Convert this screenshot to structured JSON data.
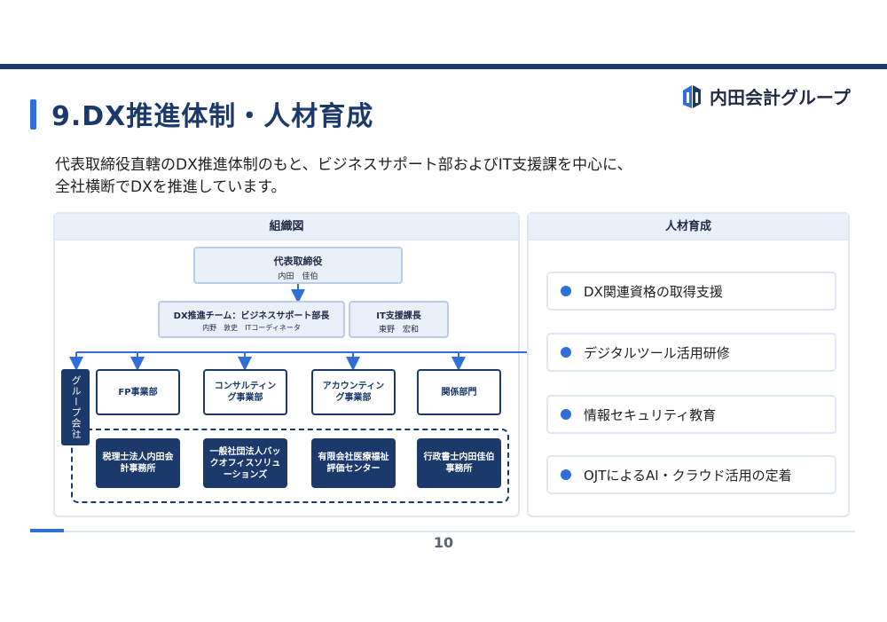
{
  "title": "9.DX推進体制・人材育成",
  "logo": {
    "name": "内田会計グループ"
  },
  "lead": {
    "line1": "代表取締役直轄のDX推進体制のもと、ビジネスサポート部およびIT支援課を中心に、",
    "line2": "全社横断でDXを推進しています。"
  },
  "org": {
    "heading": "組織図",
    "ceo": {
      "role": "代表取締役",
      "name": "内田　佳伯"
    },
    "dx_team": {
      "role": "DX推進チーム：ビジネスサポート部長",
      "name": "内野　敦史　ITコーディネータ"
    },
    "it_support": {
      "role": "IT支援課長",
      "name": "東野　宏和"
    },
    "departments": [
      {
        "label": "FP事業部"
      },
      {
        "label": "コンサルティング事業部"
      },
      {
        "label": "アカウンティング事業部"
      },
      {
        "label": "関係部門"
      }
    ],
    "group_label": "グループ会社",
    "companies": [
      {
        "label": "税理士法人内田会計事務所"
      },
      {
        "label": "一般社団法人バックオフィスソリューションズ"
      },
      {
        "label": "有限会社医療福祉評価センター"
      },
      {
        "label": "行政書士内田佳伯事務所"
      }
    ]
  },
  "hr": {
    "heading": "人材育成",
    "items": [
      {
        "label": "DX関連資格の取得支援"
      },
      {
        "label": "デジタルツール活用研修"
      },
      {
        "label": "情報セキュリティ教育"
      },
      {
        "label": "OJTによるAI・クラウド活用の定着"
      }
    ]
  },
  "page_number": "10",
  "colors": {
    "navy": "#1b3a6b",
    "accent": "#2f6fd6",
    "panel_head": "#e9f0fa"
  }
}
